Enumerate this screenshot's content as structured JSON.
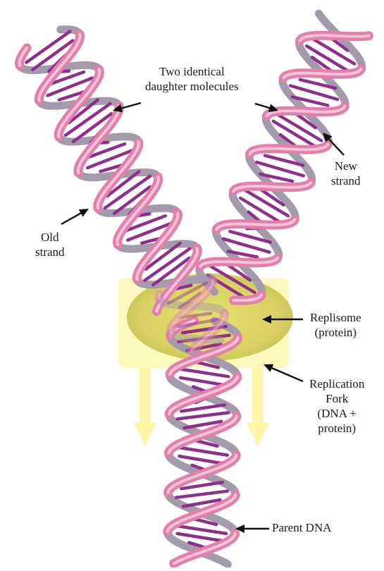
{
  "labels": {
    "daughters": [
      "Two identical",
      "daughter molecules"
    ],
    "new_strand": [
      "New",
      "strand"
    ],
    "old_strand": [
      "Old",
      "strand"
    ],
    "replisome": [
      "Replisome",
      "(protein)"
    ],
    "fork": [
      "Replication",
      "Fork",
      "(DNA +",
      "protein)"
    ],
    "parent": "Parent DNA"
  },
  "colors": {
    "base_pair": "#8e2f8c",
    "strand_pink": "#e37fab",
    "strand_light": "#f5d0e1",
    "strand_gray": "#a39aab",
    "replisome_outer": "#fdf7b3",
    "replisome_core": "#ddd867",
    "arrow_fill": "#fbf5a3"
  }
}
